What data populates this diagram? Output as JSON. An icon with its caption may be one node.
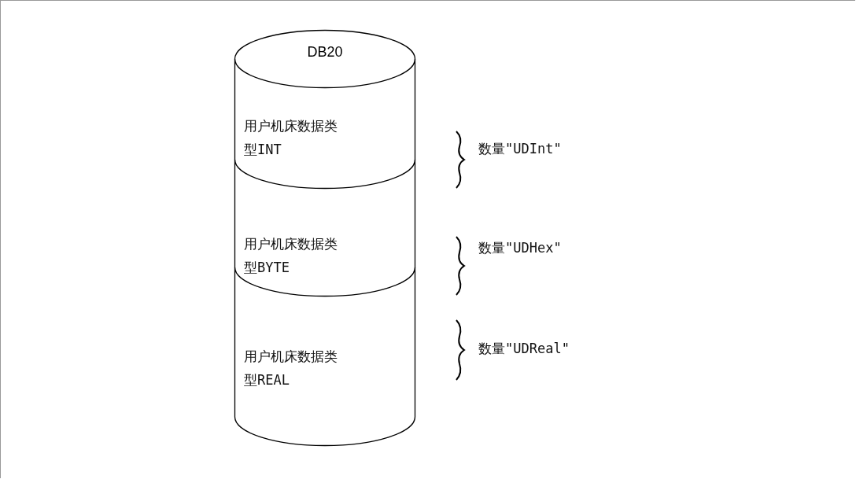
{
  "diagram": {
    "nodes": [
      {
        "text": [
          "DB20"
        ]
      },
      {
        "text": [
          "用户机床数据类型INT"
        ]
      },
      {
        "text": [
          "用户机床数据类型BYTE"
        ]
      },
      {
        "text": [
          "用户机床数据类型REAL"
        ]
      }
    ],
    "edges": [],
    "labels": [
      "数量\"UDInt\"",
      "数量\"UDHex\"",
      "数量\"UDReal\""
    ]
  }
}
